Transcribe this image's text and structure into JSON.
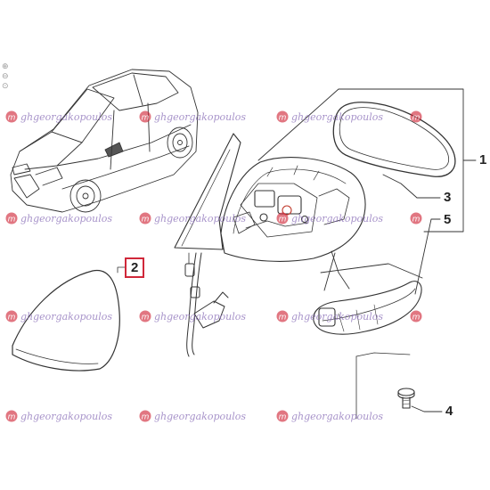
{
  "callouts": {
    "c1": "1",
    "c2": "2",
    "c3": "3",
    "c4": "4",
    "c5": "5"
  },
  "watermark": {
    "text": "ghgeorgakopoulos",
    "color": "#8a6fb8",
    "logo_color": "#d0283a"
  },
  "highlight_color": "#d0283a",
  "icons": [
    "zoom-in-icon",
    "zoom-out-icon",
    "reset-icon"
  ]
}
